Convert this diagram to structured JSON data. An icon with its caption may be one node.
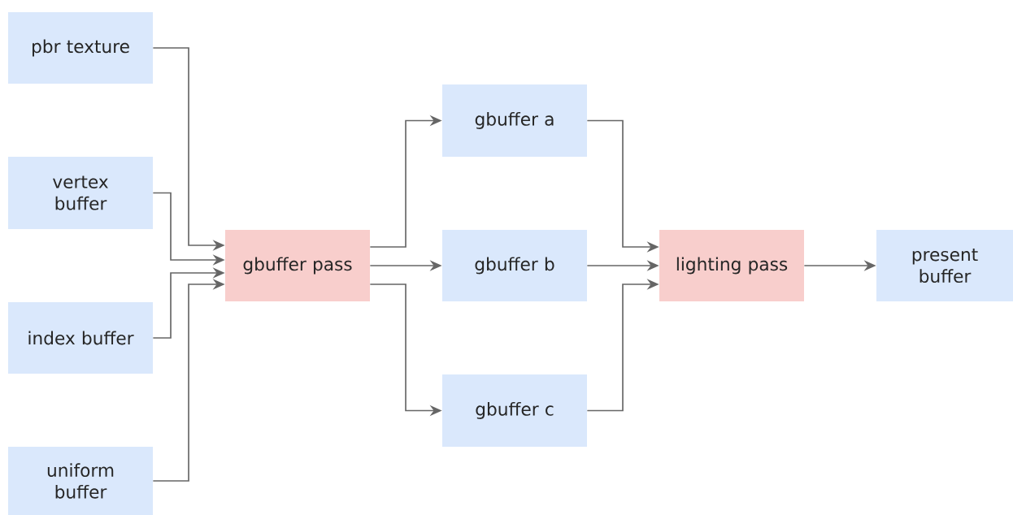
{
  "diagram": {
    "nodes": [
      {
        "text": [
          "pbr texture"
        ]
      },
      {
        "text": [
          "vertex buffer"
        ]
      },
      {
        "text": [
          "index buffer"
        ]
      },
      {
        "text": [
          "uniform buffer"
        ]
      },
      {
        "text": [
          "gbuffer pass"
        ]
      },
      {
        "text": [
          "gbuffer a"
        ]
      },
      {
        "text": [
          "gbuffer b"
        ]
      },
      {
        "text": [
          "gbuffer c"
        ]
      },
      {
        "text": [
          "lighting pass"
        ]
      },
      {
        "text": [
          "present buffer"
        ]
      }
    ],
    "edges": [
      {
        "from": 0,
        "to": 4,
        "arrow": "to"
      },
      {
        "from": 1,
        "to": 4,
        "arrow": "to"
      },
      {
        "from": 2,
        "to": 4,
        "arrow": "to"
      },
      {
        "from": 3,
        "to": 4,
        "arrow": "to"
      },
      {
        "from": 4,
        "to": 5,
        "arrow": "to"
      },
      {
        "from": 4,
        "to": 6,
        "arrow": "to"
      },
      {
        "from": 4,
        "to": 7,
        "arrow": "to"
      },
      {
        "from": 5,
        "to": 8,
        "arrow": "to"
      },
      {
        "from": 6,
        "to": 8,
        "arrow": "to"
      },
      {
        "from": 7,
        "to": 8,
        "arrow": "to"
      },
      {
        "from": 8,
        "to": 9,
        "arrow": "to"
      }
    ]
  }
}
